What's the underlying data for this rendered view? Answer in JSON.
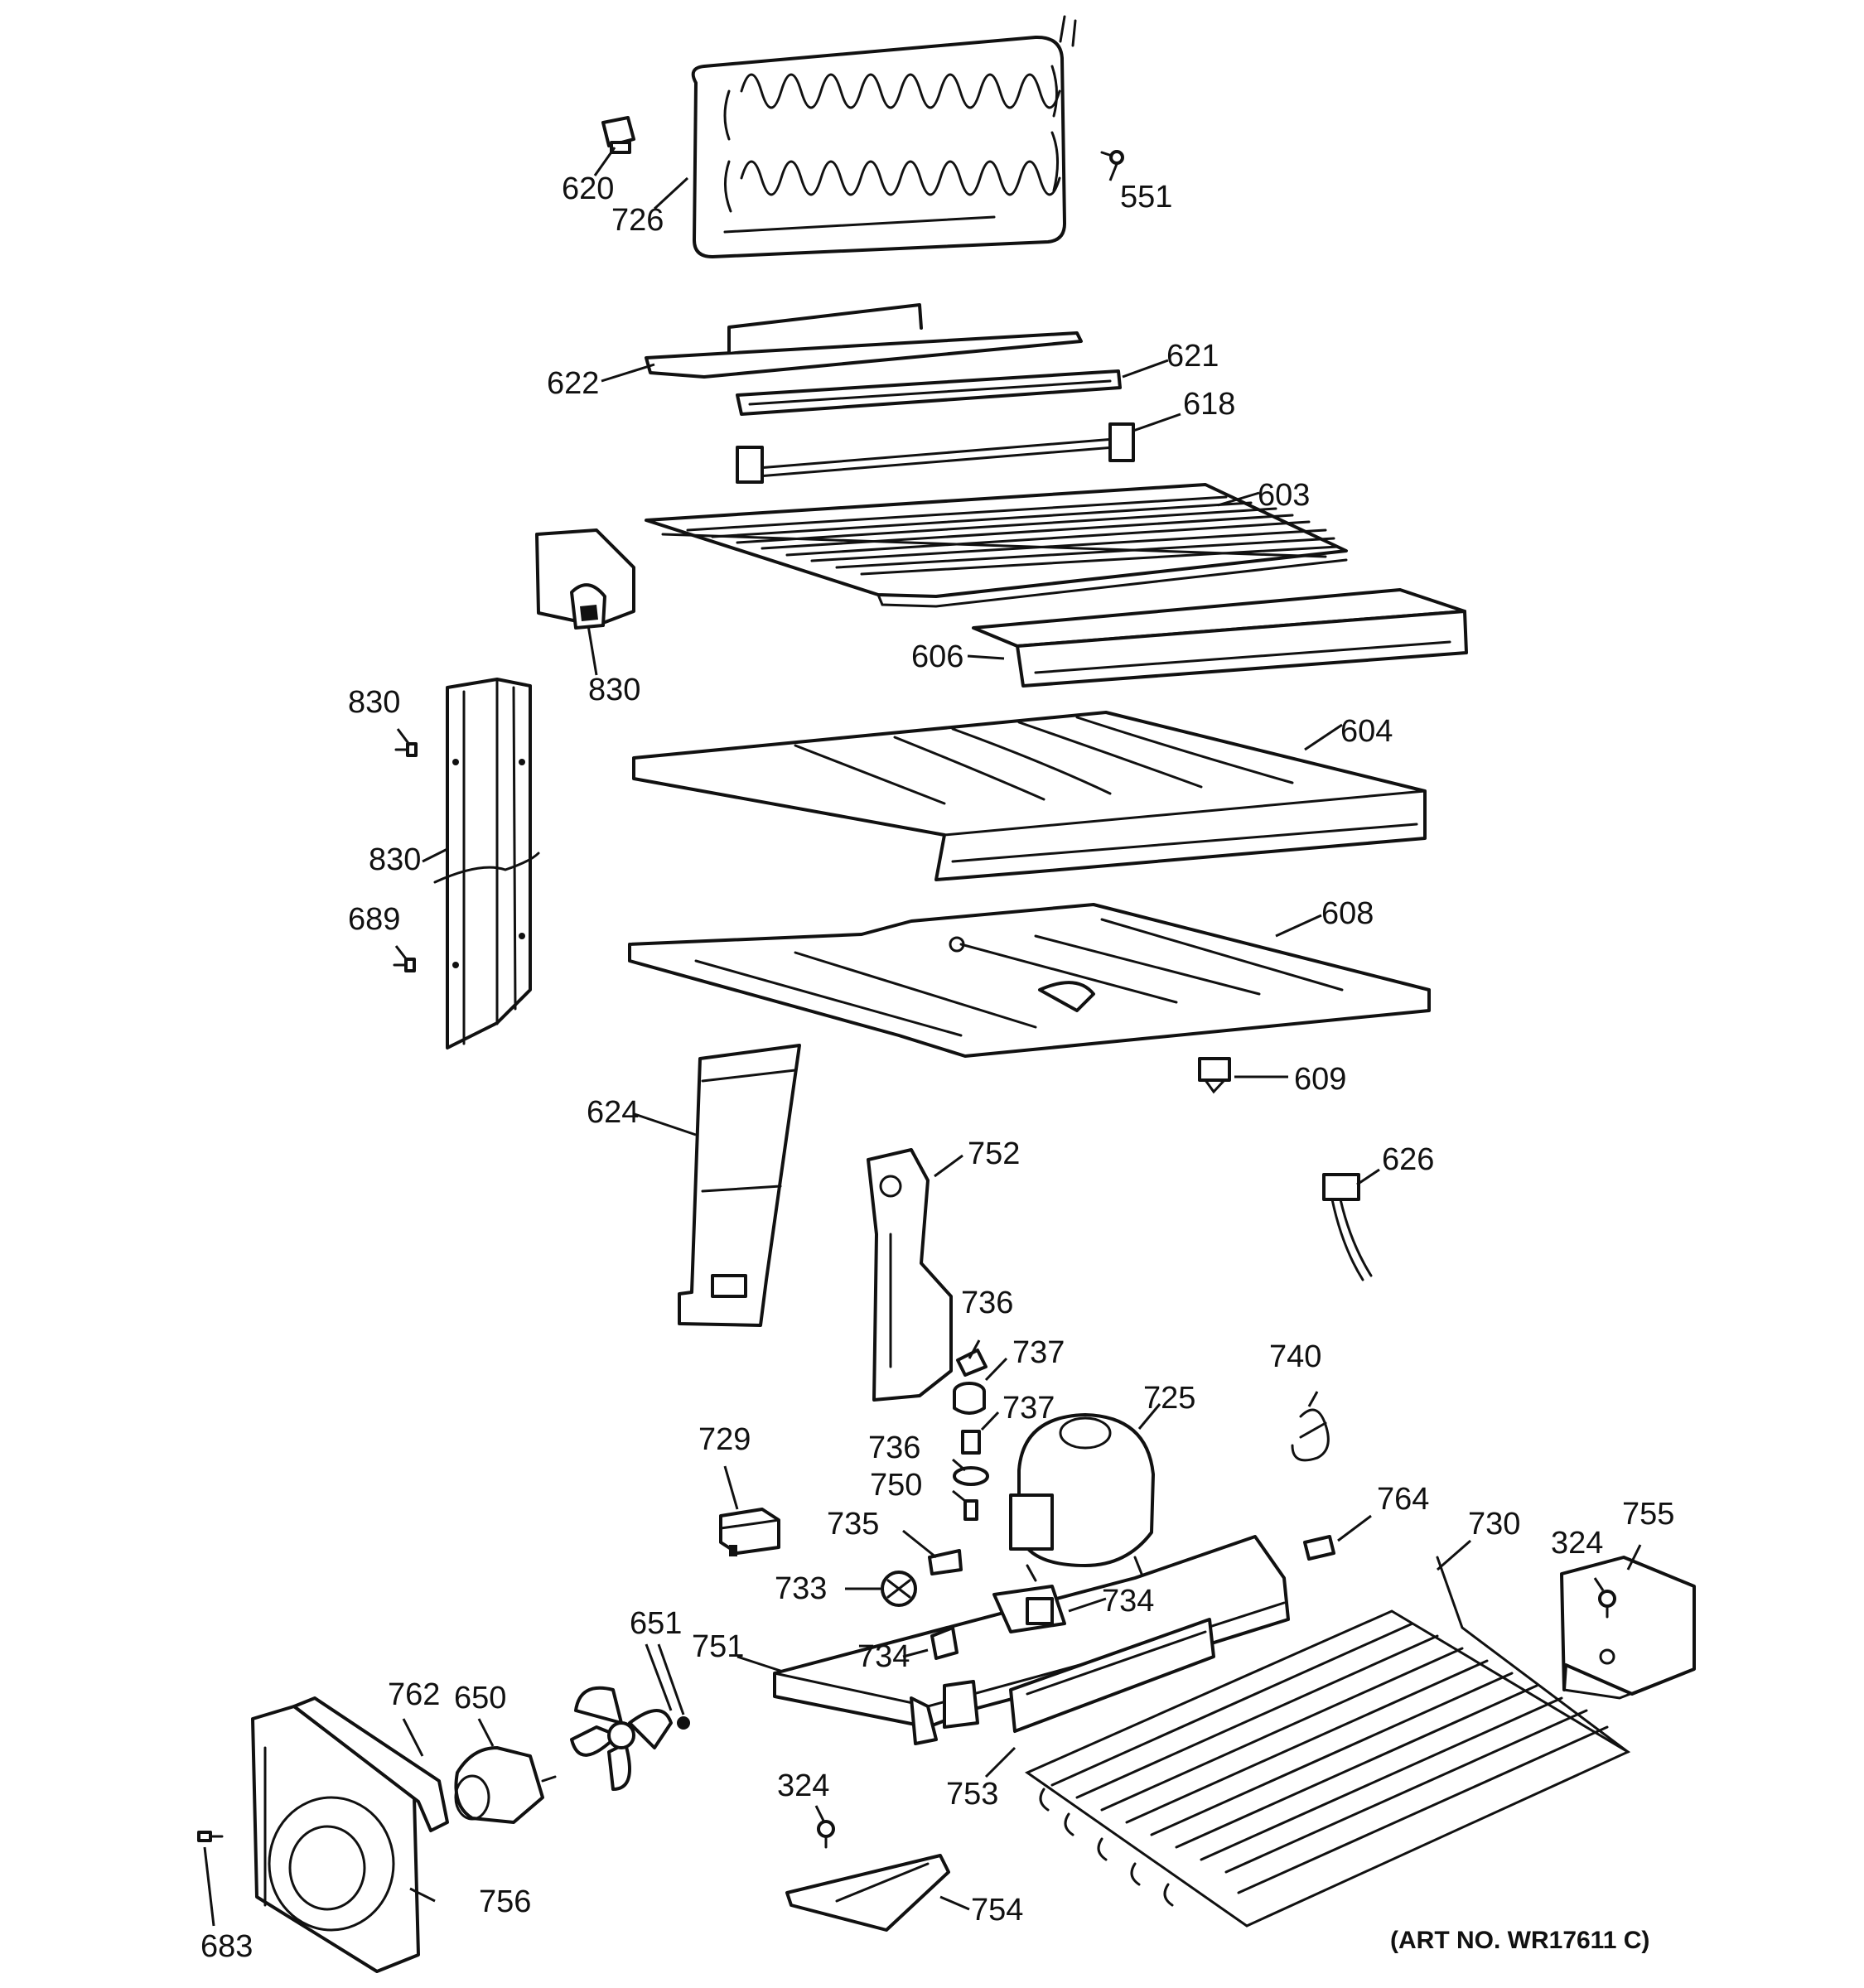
{
  "art_number": "(ART NO. WR17611 C)",
  "part_labels": {
    "p620": "620",
    "p726": "726",
    "p551": "551",
    "p622": "622",
    "p621": "621",
    "p618": "618",
    "p603": "603",
    "p830_bracket": "830",
    "p606": "606",
    "p830_screw_top": "830",
    "p604": "604",
    "p830_rail": "830",
    "p689": "689",
    "p608": "608",
    "p609": "609",
    "p624": "624",
    "p752": "752",
    "p626": "626",
    "p736_top": "736",
    "p737_top": "737",
    "p725": "725",
    "p740": "740",
    "p737_lower": "737",
    "p729": "729",
    "p736_lower": "736",
    "p750": "750",
    "p735": "735",
    "p764": "764",
    "p730": "730",
    "p755": "755",
    "p324_right": "324",
    "p733": "733",
    "p734_right": "734",
    "p651": "651",
    "p751": "751",
    "p734_left": "734",
    "p762": "762",
    "p650": "650",
    "p753": "753",
    "p324_bottom": "324",
    "p756": "756",
    "p754": "754",
    "p683": "683"
  }
}
